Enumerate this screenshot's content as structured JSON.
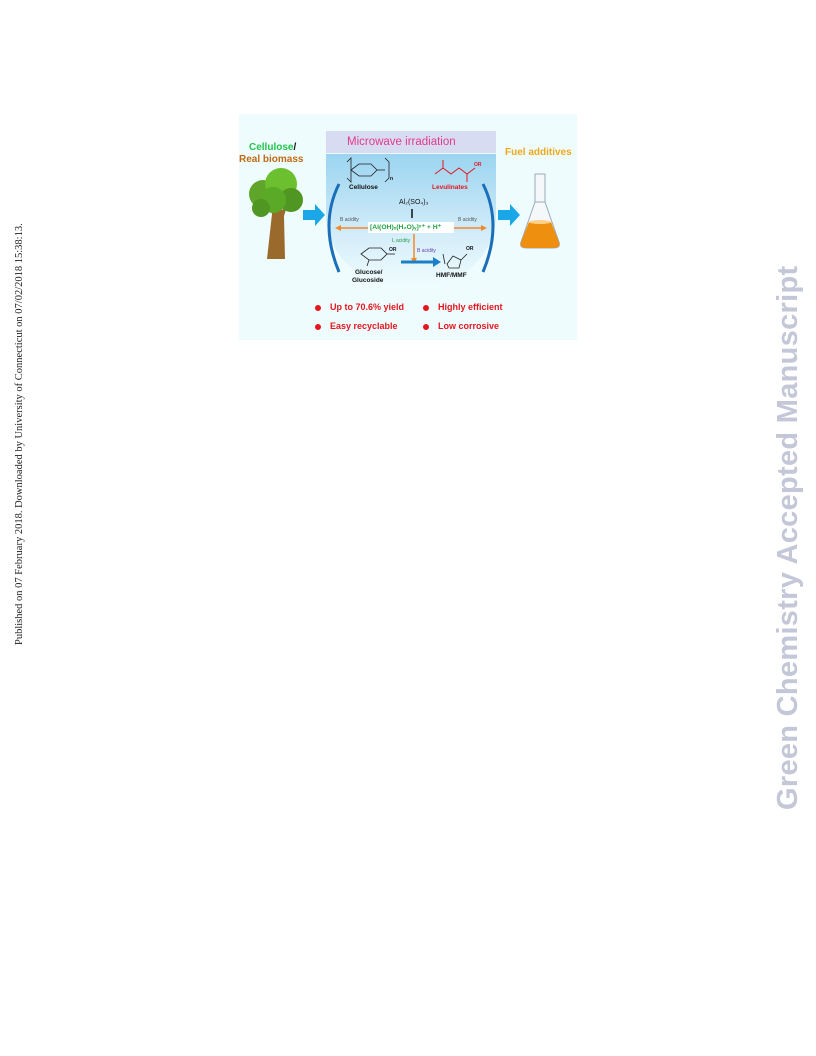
{
  "side_note": "Published on 07 February 2018. Downloaded by University of Connecticut on 07/02/2018 15:38:13.",
  "watermark": "Green Chemistry Accepted Manuscript",
  "graphic": {
    "cellulose_label": "Cellulose",
    "slash": "/",
    "real_biomass_label": "Real biomass",
    "microwave_label": "Microwave irradiation",
    "fuel_label": "Fuel additives",
    "cellulose_molecule_label": "Cellulose",
    "levulinates_label": "Levulinates",
    "catalyst": "Al₂(SO₄)₃",
    "active_species": "[Al(OH)ₓ(H₂O)ᵧ]ⁿ⁺ + H⁺",
    "b_acidity_left": "B acidity",
    "b_acidity_right": "B acidity",
    "l_acidity": "L acidity",
    "b_acidity_bottom": "B acidity",
    "glucose_label_line1": "Glucose/",
    "glucose_label_line2": "Glucoside",
    "hmf_label": "HMF/MMF",
    "or_glucose": "OR",
    "or_levulinate": "OR",
    "or_hmf": "OR",
    "n_subscript": "n",
    "colors": {
      "cellulose": "#20c64a",
      "biomass": "#c06a12",
      "microwave": "#e23a8c",
      "fuel": "#f0a818",
      "levulinates": "#e3171e",
      "arrow_blue": "#1aa7e8",
      "features": "#e3171e"
    },
    "features": [
      "Up to 70.6% yield",
      "Highly efficient",
      "Easy recyclable",
      "Low corrosive"
    ]
  }
}
